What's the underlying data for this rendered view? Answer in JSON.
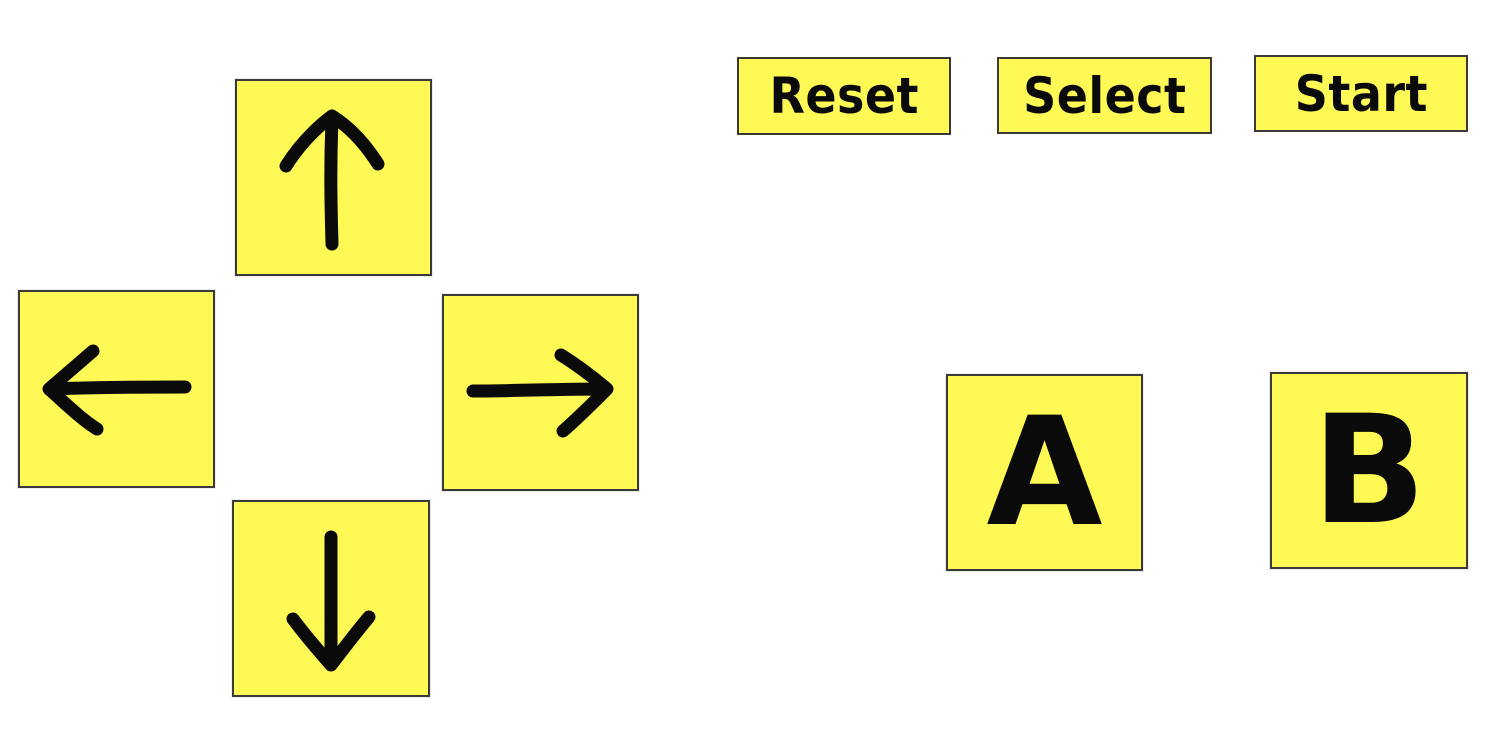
{
  "dpad": {
    "up": {
      "glyph": "up-arrow-icon"
    },
    "down": {
      "glyph": "down-arrow-icon"
    },
    "left": {
      "glyph": "left-arrow-icon"
    },
    "right": {
      "glyph": "right-arrow-icon"
    }
  },
  "menu": {
    "reset_label": "Reset",
    "select_label": "Select",
    "start_label": "Start"
  },
  "face": {
    "a_label": "A",
    "b_label": "B"
  },
  "colors": {
    "button_fill": "#fff955",
    "button_border": "#3a3a3a",
    "ink": "#0a0a0a",
    "background": "#ffffff"
  }
}
